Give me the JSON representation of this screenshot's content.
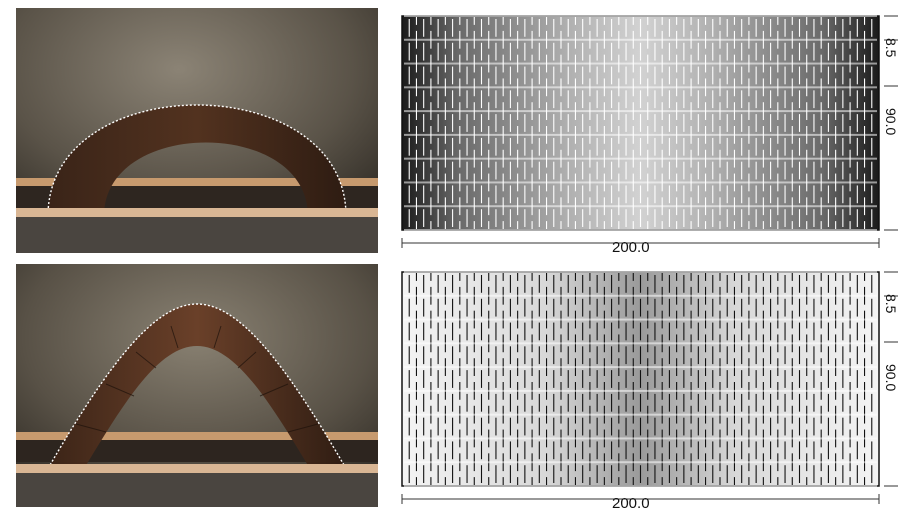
{
  "figure": {
    "panels": [
      {
        "photo": {
          "shape": "semicircular arch"
        },
        "pattern": {
          "width_label": "200.0",
          "height_label": "90.0",
          "slot_label": "8.5",
          "gradient": "dark at left and right edges, light in middle"
        }
      },
      {
        "photo": {
          "shape": "pointed catenary arch"
        },
        "pattern": {
          "width_label": "200.0",
          "height_label": "90.0",
          "slot_label": "8.5",
          "gradient": "light at edges, dark in middle"
        }
      }
    ]
  }
}
